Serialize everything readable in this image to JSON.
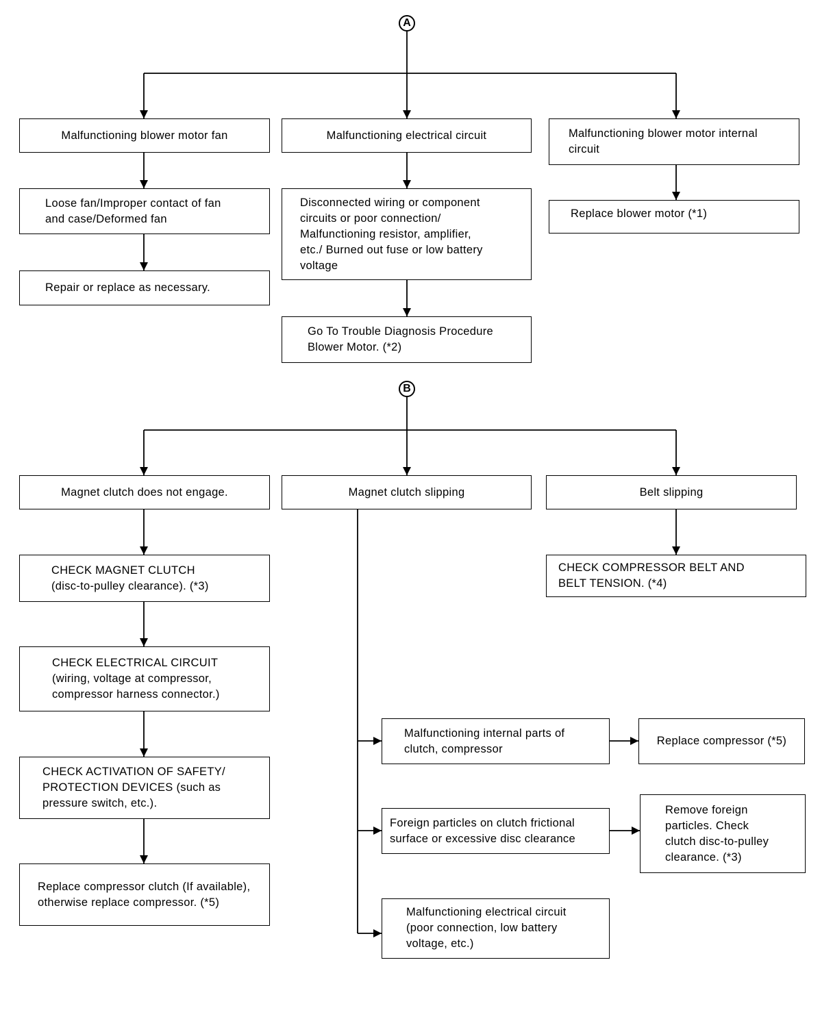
{
  "section_a": {
    "marker": "A",
    "branches": {
      "blower_fan": {
        "cause": "Malfunctioning blower motor fan",
        "detail": "Loose fan/Improper contact of fan\nand case/Deformed fan",
        "remedy": "Repair or replace as necessary."
      },
      "electrical": {
        "cause": "Malfunctioning electrical circuit",
        "detail": "Disconnected wiring or component\ncircuits or poor connection/\nMalfunctioning resistor, amplifier,\netc./ Burned out fuse or low battery\nvoltage",
        "remedy": "Go To Trouble Diagnosis Procedure\nBlower Motor. (*2)"
      },
      "internal": {
        "cause": "Malfunctioning blower motor internal\ncircuit",
        "remedy": "Replace blower motor (*1)"
      }
    }
  },
  "section_b": {
    "marker": "B",
    "branches": {
      "no_engage": {
        "cause": "Magnet clutch does not engage.",
        "steps": [
          "CHECK MAGNET CLUTCH\n(disc-to-pulley clearance).  (*3)",
          "CHECK ELECTRICAL CIRCUIT\n(wiring, voltage at compressor,\ncompressor harness connector.)",
          "CHECK ACTIVATION OF SAFETY/\nPROTECTION DEVICES (such as\npressure switch, etc.).",
          "Replace compressor clutch (If available),\notherwise replace compressor. (*5)"
        ]
      },
      "slipping": {
        "cause": "Magnet clutch slipping",
        "subcauses": [
          {
            "text": "Malfunctioning internal parts of\nclutch, compressor",
            "remedy": "Replace compressor (*5)"
          },
          {
            "text": "Foreign particles on clutch frictional\nsurface or excessive disc clearance",
            "remedy": "Remove foreign\nparticles. Check\nclutch disc-to-pulley\nclearance. (*3)"
          },
          {
            "text": "Malfunctioning electrical circuit\n(poor connection, low battery\nvoltage, etc.)"
          }
        ]
      },
      "belt": {
        "cause": "Belt slipping",
        "remedy": "CHECK COMPRESSOR BELT AND\nBELT TENSION. (*4)"
      }
    }
  }
}
